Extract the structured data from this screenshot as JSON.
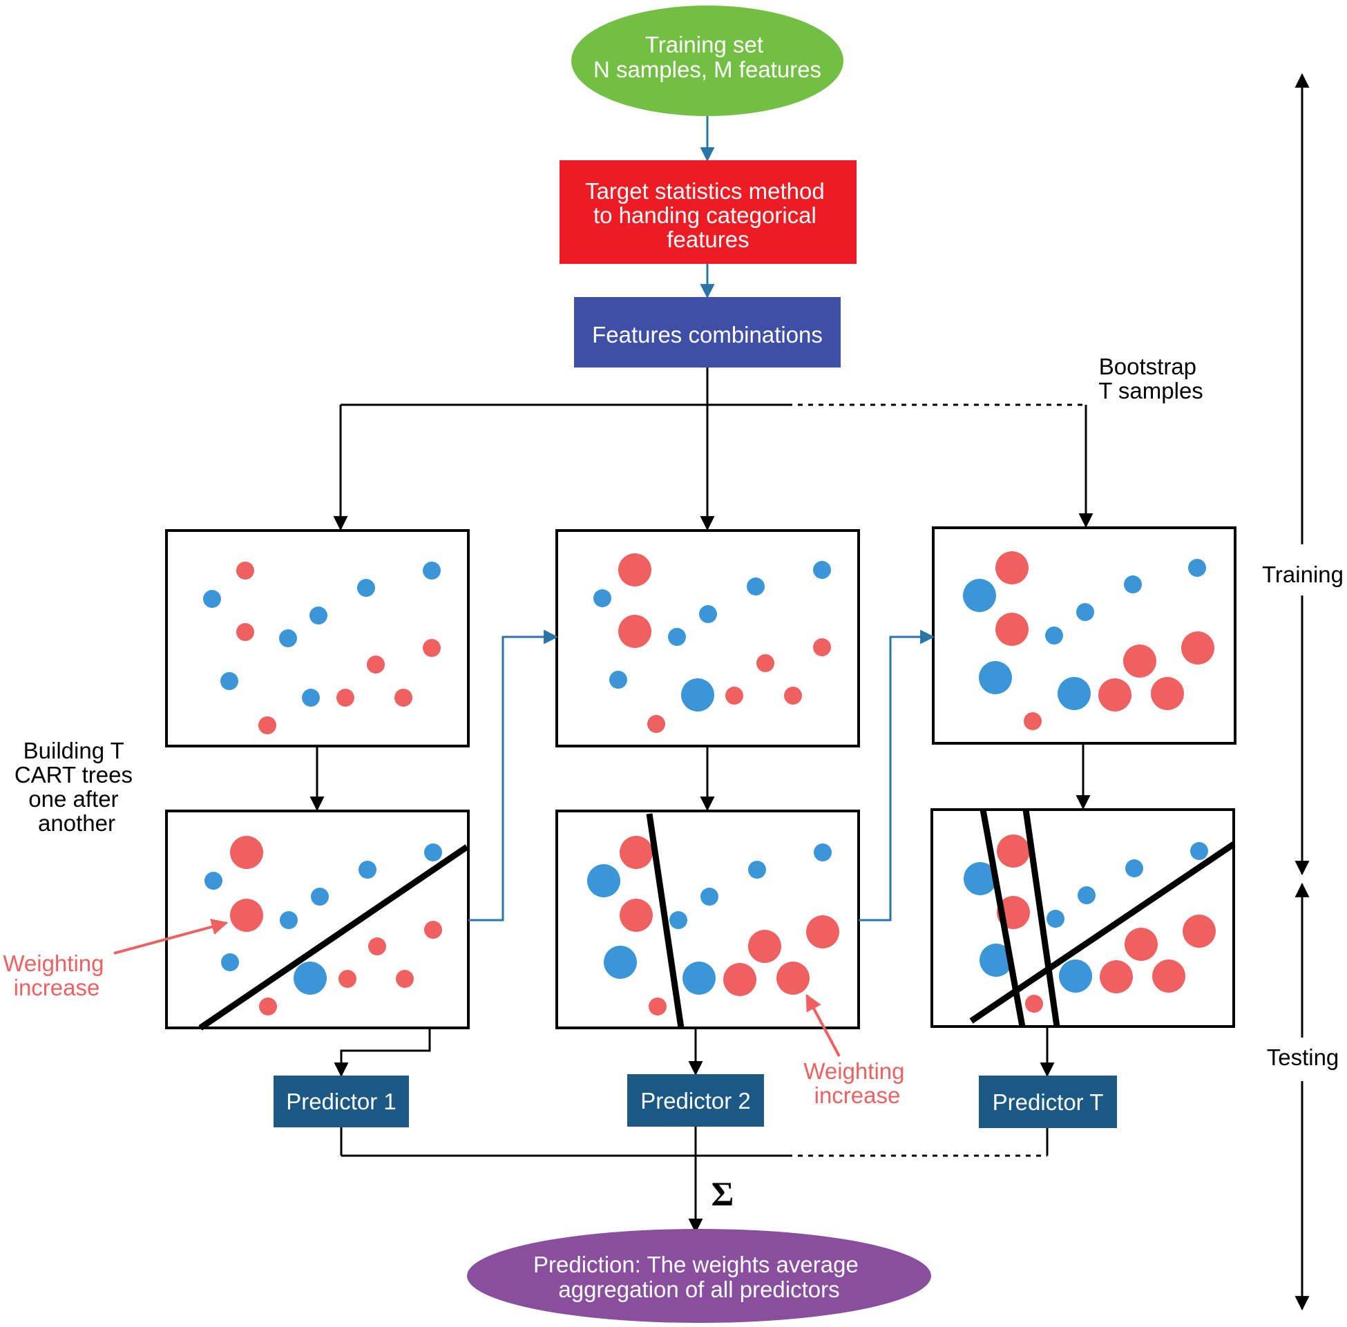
{
  "colors": {
    "training_node": "#72bf44",
    "target_node": "#ed1c24",
    "features_node": "#3f4fa6",
    "predictor_node": "#1b5883",
    "prediction_node": "#8a4e9f",
    "red_point": "#ef6161",
    "blue_point": "#3a96d6",
    "annotation_text": "#ef6161",
    "flow_arrow": "#2a74a8",
    "line": "#000000"
  },
  "nodes": {
    "training_set": {
      "line1": "Training set",
      "line2": "N samples, M features"
    },
    "target_statistics": {
      "line1": "Target statistics method",
      "line2": "to handing categorical",
      "line3": "features"
    },
    "features_combinations": {
      "label": "Features combinations"
    },
    "prediction": {
      "line1": "Prediction: The weights average",
      "line2": "aggregation of all predictors"
    }
  },
  "predictors": [
    {
      "label": "Predictor 1"
    },
    {
      "label": "Predictor 2"
    },
    {
      "label": "Predictor T"
    }
  ],
  "labels": {
    "bootstrap": {
      "line1": "Bootstrap",
      "line2": "T samples"
    },
    "building": {
      "line1": "Building T",
      "line2": "CART trees",
      "line3": "one after",
      "line4": "another"
    },
    "weighting_left": {
      "line1": "Weighting",
      "line2": "increase"
    },
    "weighting_mid": {
      "line1": "Weighting",
      "line2": "increase"
    },
    "sigma": "Σ",
    "phase_training": "Training",
    "phase_testing": "Testing"
  },
  "icons": {
    "sum": "sigma-symbol"
  }
}
